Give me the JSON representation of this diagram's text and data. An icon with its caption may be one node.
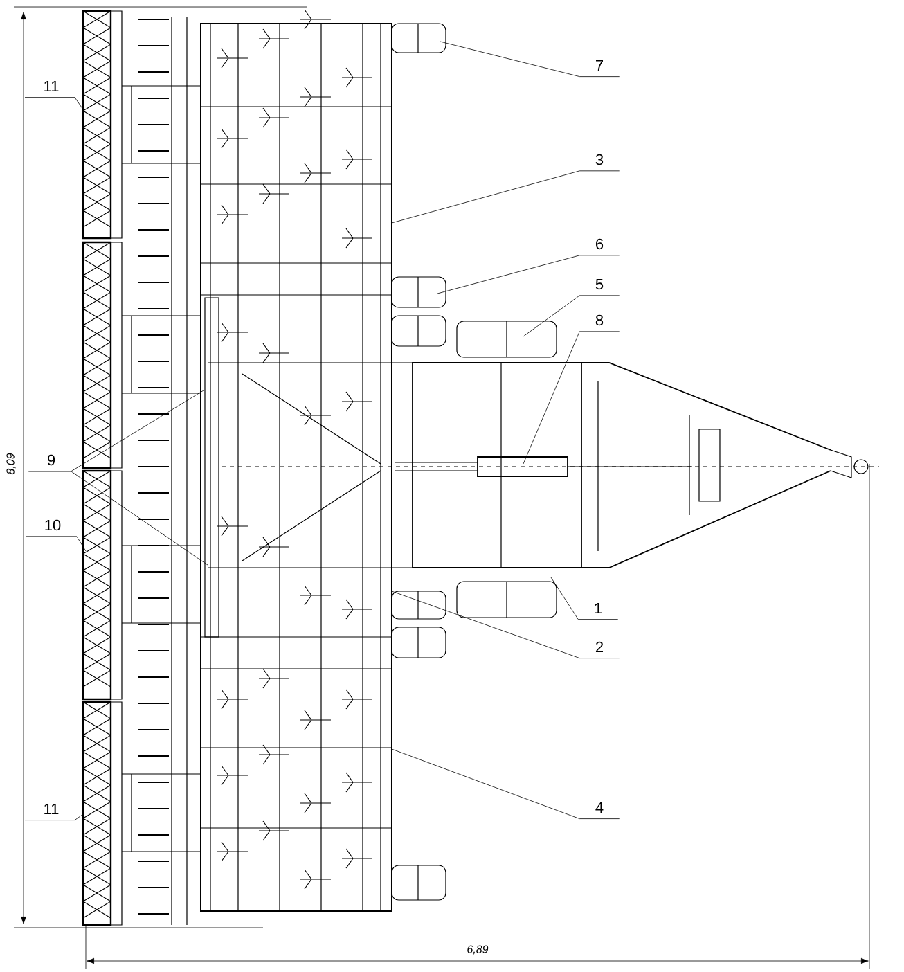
{
  "diagram": {
    "nodes": [
      {
        "text": [
          "7"
        ]
      },
      {
        "text": [
          "11"
        ]
      },
      {
        "text": [
          "3"
        ]
      },
      {
        "text": [
          "6"
        ]
      },
      {
        "text": [
          "5"
        ]
      },
      {
        "text": [
          "8"
        ]
      },
      {
        "text": [
          "9"
        ]
      },
      {
        "text": [
          "10"
        ]
      },
      {
        "text": [
          "1"
        ]
      },
      {
        "text": [
          "2"
        ]
      },
      {
        "text": [
          "4"
        ]
      },
      {
        "text": [
          "11"
        ]
      }
    ],
    "edges": [
      {
        "from": 0,
        "to": null,
        "arrow": "none"
      },
      {
        "from": 1,
        "to": null,
        "arrow": "none"
      },
      {
        "from": 2,
        "to": null,
        "arrow": "none"
      },
      {
        "from": 3,
        "to": null,
        "arrow": "none"
      },
      {
        "from": 4,
        "to": null,
        "arrow": "none"
      },
      {
        "from": 5,
        "to": null,
        "arrow": "none"
      },
      {
        "from": 6,
        "to": null,
        "arrow": "none"
      },
      {
        "from": 6,
        "to": null,
        "arrow": "none"
      },
      {
        "from": 7,
        "to": null,
        "arrow": "none"
      },
      {
        "from": 8,
        "to": null,
        "arrow": "none"
      },
      {
        "from": 9,
        "to": null,
        "arrow": "none"
      },
      {
        "from": 10,
        "to": null,
        "arrow": "none"
      },
      {
        "from": 11,
        "to": null,
        "arrow": "none"
      }
    ],
    "labels": [
      "8,09",
      "6,89"
    ]
  }
}
